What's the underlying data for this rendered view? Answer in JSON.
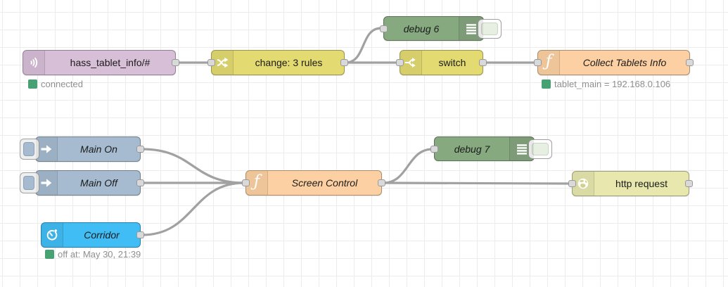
{
  "app": {
    "name": "Node-RED flow editor canvas"
  },
  "glyphs": {
    "function_f": "ƒ"
  },
  "colors": {
    "grid_line": "#ececec",
    "wire": "#a1a1a1",
    "status_dot_green": "#47a173",
    "mqtt_node": "#d7bfd7",
    "change_switch_node": "#e3da71",
    "debug_node": "#87a980",
    "function_node": "#fcd0a2",
    "inject_node": "#a6bbcf",
    "timer_node": "#41bdf5",
    "http_request_node": "#e7e7ae"
  },
  "nodes": [
    {
      "id": "mqtt-in",
      "type": "mqtt in",
      "label": "hass_tablet_info/#",
      "icon": "radio-waves-icon",
      "status": "connected"
    },
    {
      "id": "change",
      "type": "change",
      "label": "change: 3 rules",
      "icon": "shuffle-icon"
    },
    {
      "id": "debug6",
      "type": "debug",
      "label": "debug 6",
      "icon": "debug-list-icon"
    },
    {
      "id": "switch",
      "type": "switch",
      "label": "switch",
      "icon": "fork-icon"
    },
    {
      "id": "collect",
      "type": "function",
      "label": "Collect Tablets Info",
      "icon": "function-f-icon",
      "status": "tablet_main = 192.168.0.106"
    },
    {
      "id": "main-on",
      "type": "inject",
      "label": "Main On",
      "icon": "inject-arrow-icon"
    },
    {
      "id": "main-off",
      "type": "inject",
      "label": "Main Off",
      "icon": "inject-arrow-icon"
    },
    {
      "id": "corridor",
      "type": "timer",
      "label": "Corridor",
      "icon": "timer-icon",
      "status": "off at: May 30, 21:39"
    },
    {
      "id": "screen-control",
      "type": "function",
      "label": "Screen Control",
      "icon": "function-f-icon"
    },
    {
      "id": "debug7",
      "type": "debug",
      "label": "debug 7",
      "icon": "debug-list-icon"
    },
    {
      "id": "http-request",
      "type": "http request",
      "label": "http request",
      "icon": "globe-icon"
    }
  ],
  "wires": [
    {
      "from": "hass_tablet_info/#",
      "to": "change: 3 rules"
    },
    {
      "from": "change: 3 rules",
      "to": "debug 6"
    },
    {
      "from": "change: 3 rules",
      "to": "switch"
    },
    {
      "from": "switch",
      "to": "Collect Tablets Info"
    },
    {
      "from": "Main On",
      "to": "Screen Control"
    },
    {
      "from": "Main Off",
      "to": "Screen Control"
    },
    {
      "from": "Corridor",
      "to": "Screen Control"
    },
    {
      "from": "Screen Control",
      "to": "debug 7"
    },
    {
      "from": "Screen Control",
      "to": "http request"
    }
  ]
}
